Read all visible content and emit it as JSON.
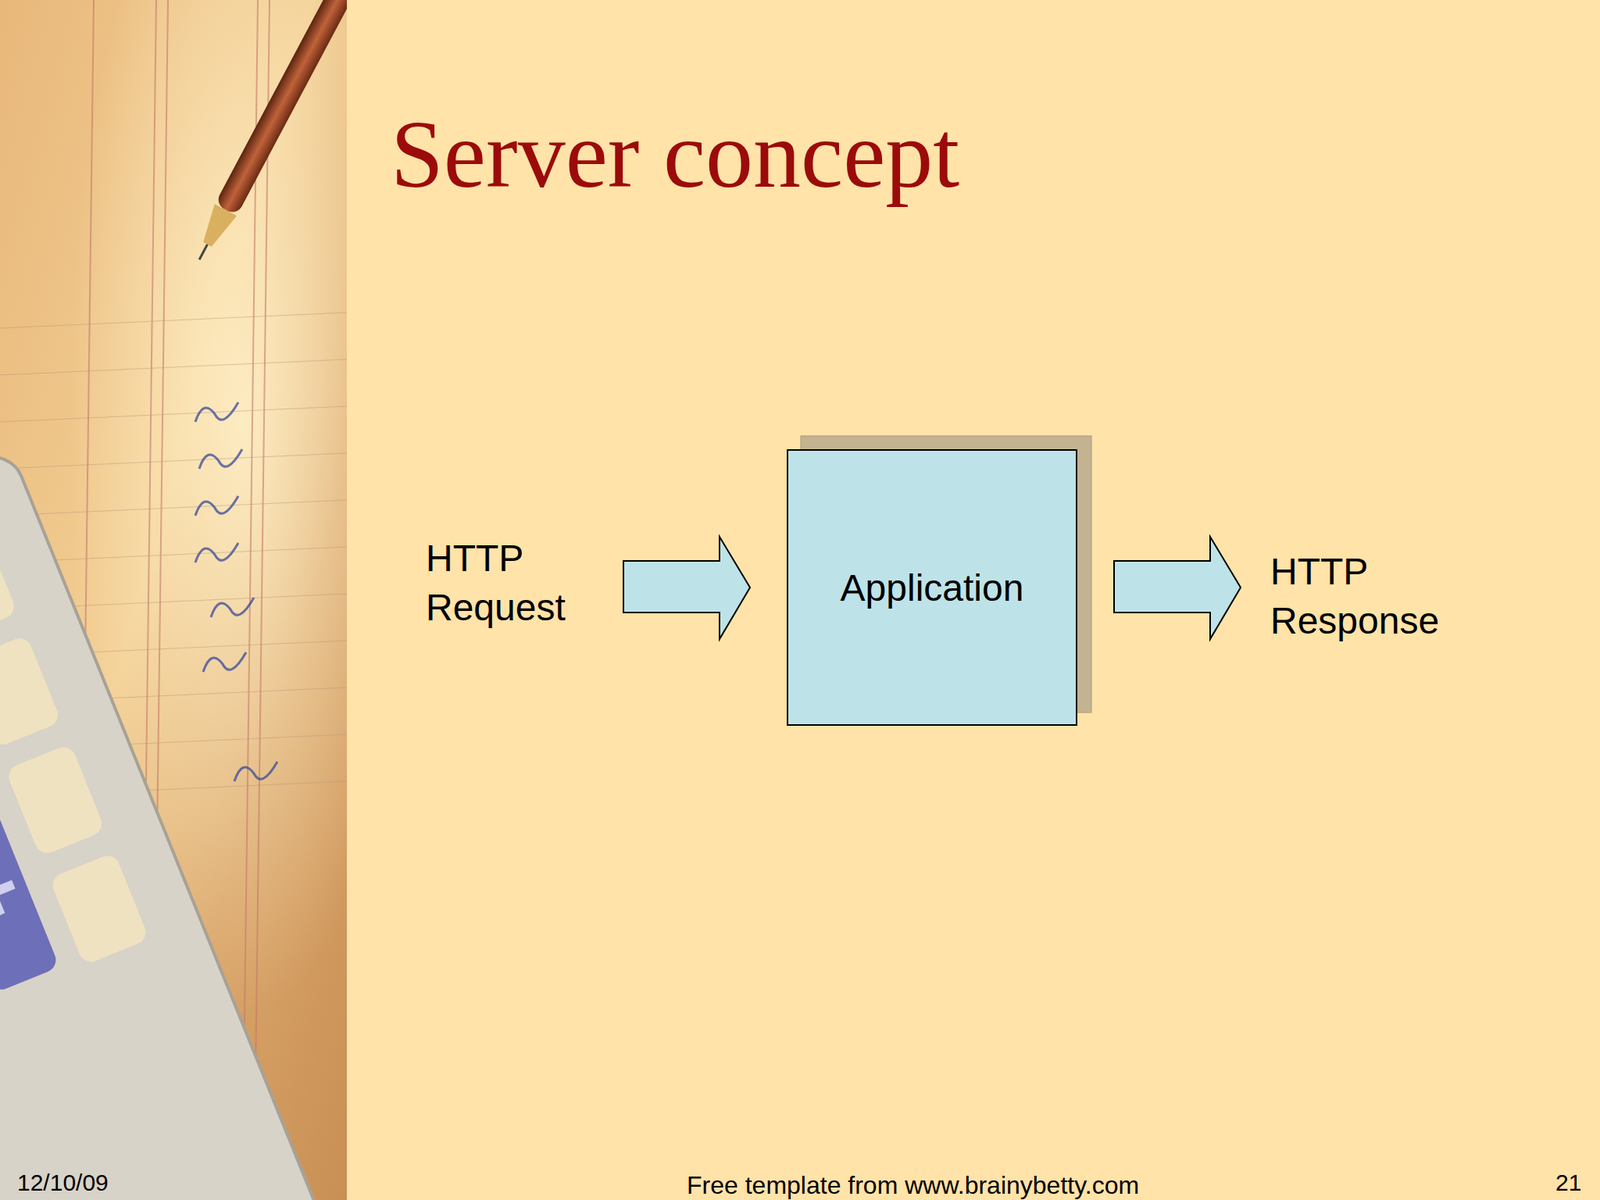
{
  "diagram": {
    "title": "Server concept",
    "nodes": [
      {
        "text": [
          "Application"
        ]
      }
    ],
    "labels": [
      "HTTP Request",
      "HTTP Response",
      "12/10/09",
      "Free template from www.brainybetty.com",
      "21"
    ]
  }
}
